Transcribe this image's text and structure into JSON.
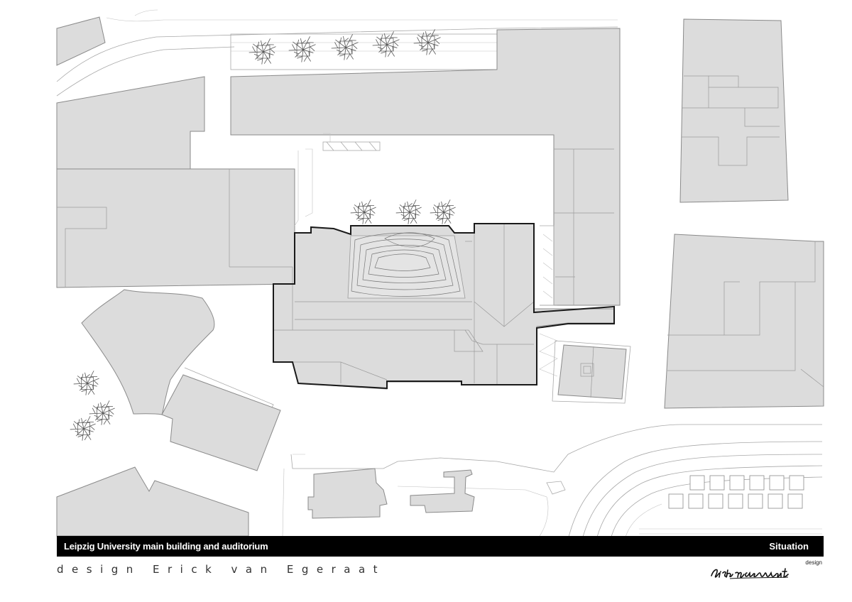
{
  "title_bar": {
    "project_title": "Leipzig University main building and auditorium",
    "sheet_label": "Situation"
  },
  "credit": "design Erick van Egeraat",
  "logo": {
    "small_label": "design",
    "signature": "erick van egeraat"
  },
  "colors": {
    "building_fill": "#dcdcdc",
    "outline": "#1a1a1a",
    "title_bar": "#000000",
    "background": "#ffffff"
  }
}
